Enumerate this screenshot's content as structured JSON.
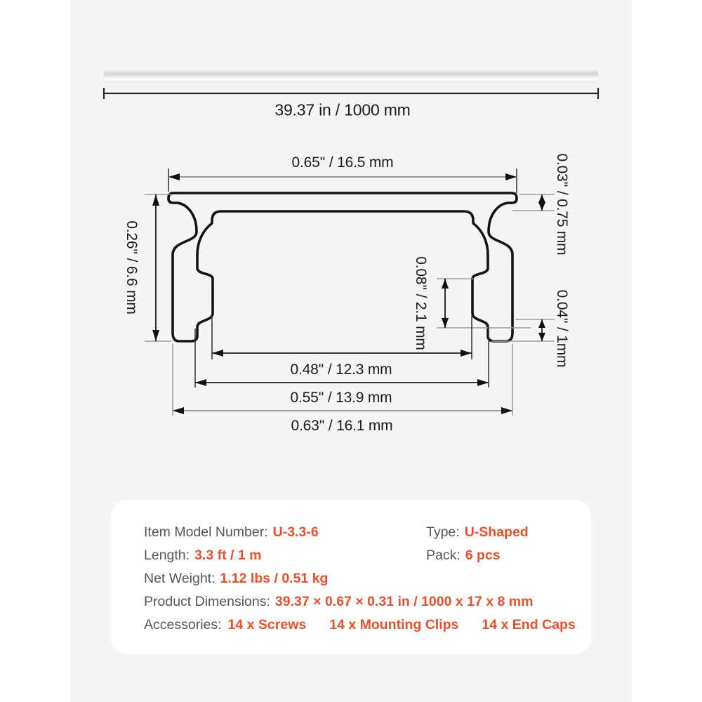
{
  "colors": {
    "accent": "#e8512d",
    "label_gray": "#55565a",
    "panel_bg": "#f5f5f6",
    "outline": "#141414",
    "dim_line_gray": "#8a8a8a",
    "ext_line_gray": "#9e9e9e"
  },
  "top_view": {
    "length_label": "39.37 in / 1000 mm"
  },
  "cross_section": {
    "top_width": "0.65'' / 16.5 mm",
    "left_height": "0.26'' / 6.6 mm",
    "top_thickness": "0.03'' / 0.75 mm",
    "detent_height": "0.08'' / 2.1 mm",
    "foot_height": "0.04'' / 1mm",
    "inner_width": "0.48'' / 12.3 mm",
    "mid_width": "0.55'' / 13.9 mm",
    "outer_width": "0.63'' / 16.1 mm"
  },
  "spec_card": {
    "item_model": {
      "label": "Item Model Number:",
      "value": "U-3.3-6"
    },
    "type": {
      "label": "Type:",
      "value": "U-Shaped"
    },
    "length": {
      "label": "Length:",
      "value": "3.3 ft / 1 m"
    },
    "pack": {
      "label": "Pack:",
      "value": "6 pcs"
    },
    "net_weight": {
      "label": "Net Weight:",
      "value": "1.12 lbs / 0.51 kg"
    },
    "dimensions": {
      "label": "Product Dimensions:",
      "value": "39.37 × 0.67 × 0.31 in / 1000 x 17 x 8 mm"
    },
    "accessories": {
      "label": "Accessories:",
      "values": [
        "14 x Screws",
        "14 x Mounting Clips",
        "14 x End Caps"
      ]
    }
  }
}
